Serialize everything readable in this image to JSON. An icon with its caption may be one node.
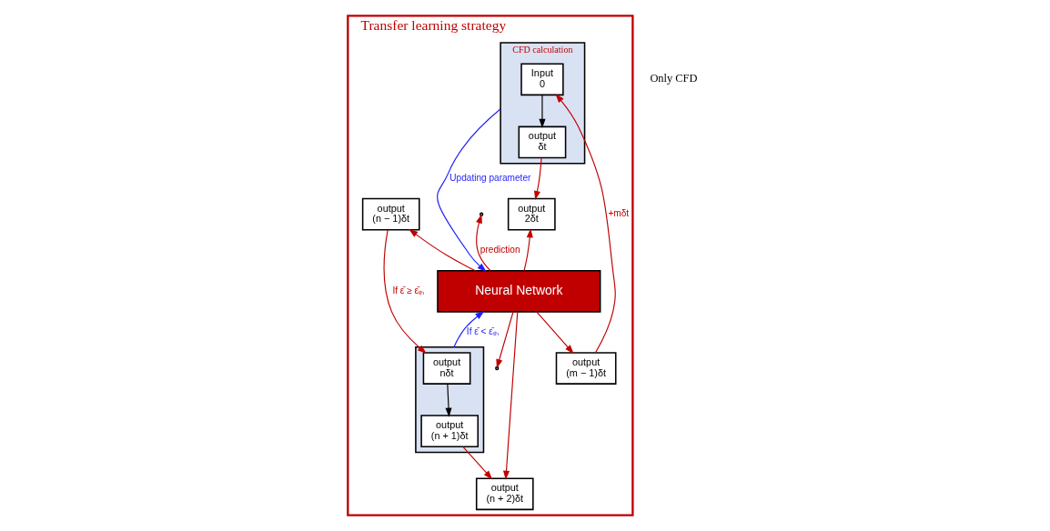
{
  "diagram": {
    "nodes": [
      {
        "text": [
          "Transfer learning strategy"
        ]
      },
      {
        "text": [
          "CFD calculation"
        ],
        "in": 0
      },
      {
        "text": [
          "Input",
          "0"
        ],
        "in": 1
      },
      {
        "text": [
          "output",
          "δt"
        ],
        "in": 1
      },
      {
        "text": [
          "output",
          "2δt"
        ],
        "in": 0
      },
      {
        "text": [
          "output",
          "(n − 1)δt"
        ],
        "in": 0
      },
      {
        "text": [
          "Neural Network"
        ],
        "in": 0
      },
      {
        "text": [],
        "shape": "box",
        "in": 0
      },
      {
        "text": [
          "output",
          "nδt"
        ],
        "in": 7
      },
      {
        "text": [
          "output",
          "(n + 1)δt"
        ],
        "in": 7
      },
      {
        "text": [
          "output",
          "(n + 2)δt"
        ],
        "in": 0
      },
      {
        "text": [
          "output",
          "(m − 1)δt"
        ],
        "in": 0
      }
    ],
    "edges": [
      {
        "from": 2,
        "to": 3,
        "arrow": "to",
        "color": "#000000"
      },
      {
        "from": 3,
        "to": 4,
        "arrow": "to"
      },
      {
        "from": 6,
        "to": 4,
        "arrow": "to"
      },
      {
        "from": 6,
        "to": null,
        "arrow": "to",
        "label": "prediction"
      },
      {
        "from": 6,
        "to": 5,
        "arrow": "to"
      },
      {
        "from": 5,
        "to": 8,
        "arrow": "to",
        "label": "If ε̄ ≥ ε̄ₜₕ"
      },
      {
        "from": 8,
        "to": 9,
        "arrow": "to",
        "color": "#000000"
      },
      {
        "from": 7,
        "to": 6,
        "arrow": "to",
        "color": "#1f1fff",
        "label": "If ε̄ < ε̄ₜₕ"
      },
      {
        "from": 9,
        "to": 10,
        "arrow": "to"
      },
      {
        "from": 6,
        "to": 11,
        "arrow": "to"
      },
      {
        "from": 6,
        "to": null,
        "arrow": "to"
      },
      {
        "from": 6,
        "to": 10,
        "arrow": "to"
      },
      {
        "from": 1,
        "to": 6,
        "arrow": "to",
        "color": "#1f1fff",
        "label": "Updating parameter"
      },
      {
        "from": 11,
        "to": 2,
        "arrow": "to",
        "label": "+mδt"
      }
    ],
    "labels": [
      "Only CFD"
    ]
  }
}
